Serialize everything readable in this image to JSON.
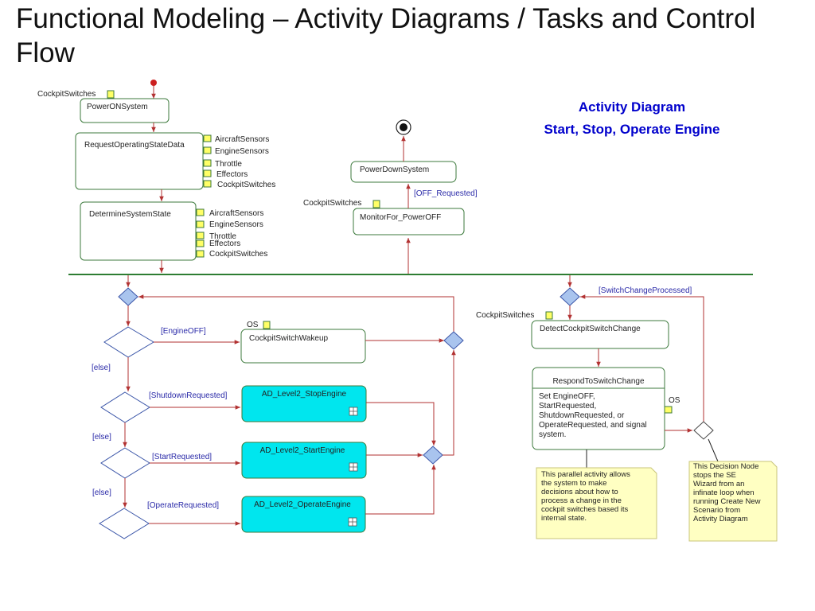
{
  "title": "Functional Modeling – Activity Diagrams / Tasks and Control Flow",
  "legend": {
    "line1": "Activity Diagram",
    "line2": "Start, Stop, Operate Engine"
  },
  "pins": {
    "cockpit_switches": "CockpitSwitches",
    "aircraft_sensors": "AircraftSensors",
    "engine_sensors": "EngineSensors",
    "throttle": "Throttle",
    "effectors": "Effectors",
    "os": "OS"
  },
  "actions": {
    "power_on": "PowerONSystem",
    "request_state": "RequestOperatingStateData",
    "determine_state": "DetermineSystemState",
    "power_down": "PowerDownSystem",
    "monitor_power_off": "MonitorFor_PowerOFF",
    "wakeup": "CockpitSwitchWakeup",
    "stop_engine": "AD_Level2_StopEngine",
    "start_engine": "AD_Level2_StartEngine",
    "operate_engine": "AD_Level2_OperateEngine",
    "detect_change": "DetectCockpitSwitchChange",
    "respond_change": "RespondToSwitchChange",
    "respond_body": [
      "Set EngineOFF,",
      "StartRequested,",
      "ShutdownRequested, or",
      "OperateRequested, and signal",
      "system."
    ]
  },
  "guards": {
    "off_requested": "[OFF_Requested]",
    "engine_off": "[EngineOFF]",
    "shutdown_requested": "[ShutdownRequested]",
    "start_requested": "[StartRequested]",
    "operate_requested": "[OperateRequested]",
    "else": "[else]",
    "switch_change_processed": "[SwitchChangeProcessed]"
  },
  "notes": {
    "parallel": [
      "This parallel activity allows",
      "the system to make",
      "decisions about how to",
      "process a change in the",
      "cockpit switches based its",
      "internal state."
    ],
    "decision": [
      "This Decision Node",
      "stops the SE",
      "Wizard from an",
      "infinate loop when",
      "running Create New",
      "Scenario from",
      "Activity Diagram"
    ]
  },
  "colors": {
    "flow": "#b23232",
    "node_border": "#3c7a3c",
    "subactivity": "#00e6ee",
    "merge": "#a9c4ee",
    "pin": "#ffff66",
    "note": "#ffffc2",
    "legend": "#0000cc",
    "fork_bar": "#2e7d32"
  }
}
